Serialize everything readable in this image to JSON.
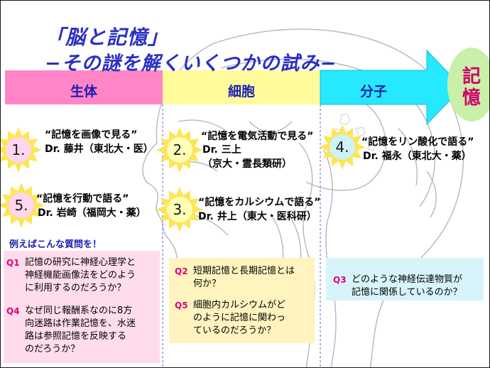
{
  "title": {
    "line1": "「脳と記憶」",
    "line2": "−その謎を解くいくつかの試み−"
  },
  "bands": {
    "left": "生体",
    "middle": "細胞",
    "right": "分子",
    "end": "記\n憶"
  },
  "researchers": [
    {
      "num": "1.",
      "topic": "“記憶を画像で見る”",
      "name": "Dr. 藤井（東北大・医）"
    },
    {
      "num": "2.",
      "topic": "“記憶を電気活動で見る”",
      "name": "Dr. 三上",
      "affiliation": "（京大・霊長類研）"
    },
    {
      "num": "3.",
      "topic": "“記憶をカルシウムで語る”",
      "name": "Dr. 井上（東大・医科研）"
    },
    {
      "num": "4.",
      "topic": "“記憶をリン酸化で語る”",
      "name": "Dr. 福永（東北大・薬）"
    },
    {
      "num": "5.",
      "topic": "“記憶を行動で語る”",
      "name": "Dr. 岩崎（福岡大・薬）"
    }
  ],
  "example_label": "例えばこんな質問を！",
  "questions": [
    {
      "id": "Q1",
      "text": "記憶の研究に神経心理学と\n神経機能画像法をどのよう\nに利用するのだろうか？"
    },
    {
      "id": "Q4",
      "text": "なぜ同じ報酬系なのに8方\n向迷路は作業記憶を、水迷\n路は参照記憶を反映する\nのだろうか？"
    },
    {
      "id": "Q2",
      "text": "短期記憶と長期記憶とは\n何か？"
    },
    {
      "id": "Q5",
      "text": "細胞内カルシウムがど\nのように記憶に関わっ\nているのだろうか？"
    },
    {
      "id": "Q3",
      "text": "どのような神経伝達物質が\n記憶に関係しているのか？"
    }
  ],
  "colors": {
    "title": "#2a2fc4",
    "band_left": "#ff85c6",
    "band_middle": "#fffb9c",
    "band_right": "#26e8ff",
    "memory_circle": "#c9f0a8",
    "memory_text": "#d1006a",
    "qnum": "#e0007a"
  }
}
